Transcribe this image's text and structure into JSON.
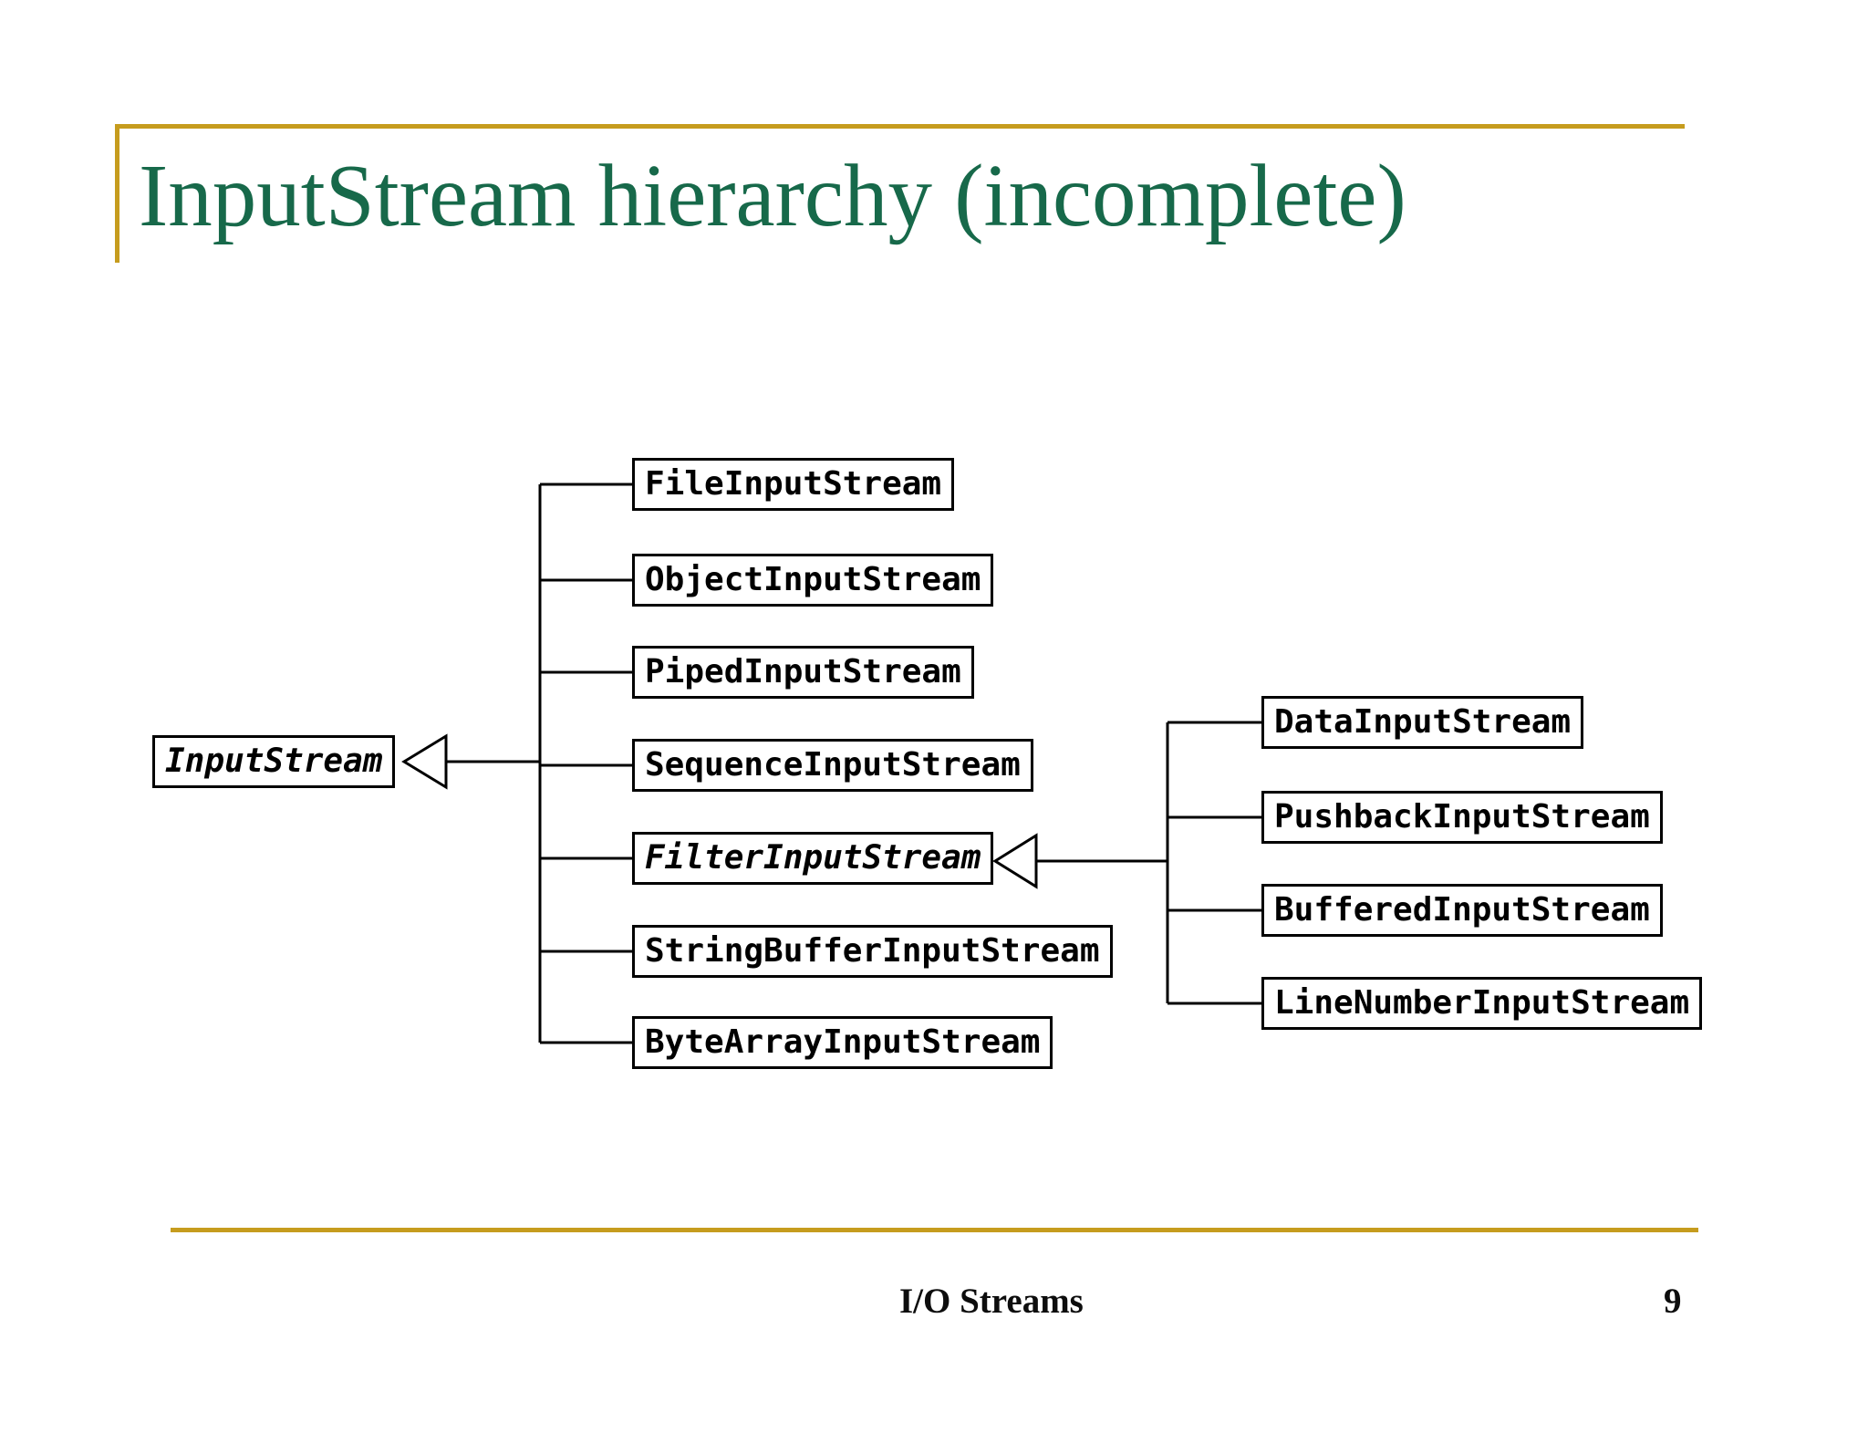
{
  "slide": {
    "title": "InputStream hierarchy (incomplete)",
    "footer": "I/O Streams",
    "page_number": "9"
  },
  "colors": {
    "accent_gold": "#C69C1E",
    "title_green": "#17694A",
    "diagram_line": "#000000"
  },
  "diagram": {
    "root": {
      "label": "InputStream",
      "abstract": true
    },
    "children": [
      {
        "label": "FileInputStream",
        "abstract": false
      },
      {
        "label": "ObjectInputStream",
        "abstract": false
      },
      {
        "label": "PipedInputStream",
        "abstract": false
      },
      {
        "label": "SequenceInputStream",
        "abstract": false
      },
      {
        "label": "FilterInputStream",
        "abstract": true
      },
      {
        "label": "StringBufferInputStream",
        "abstract": false
      },
      {
        "label": "ByteArrayInputStream",
        "abstract": false
      }
    ],
    "filter_children": [
      {
        "label": "DataInputStream",
        "abstract": false
      },
      {
        "label": "PushbackInputStream",
        "abstract": false
      },
      {
        "label": "BufferedInputStream",
        "abstract": false
      },
      {
        "label": "LineNumberInputStream",
        "abstract": false
      }
    ]
  }
}
